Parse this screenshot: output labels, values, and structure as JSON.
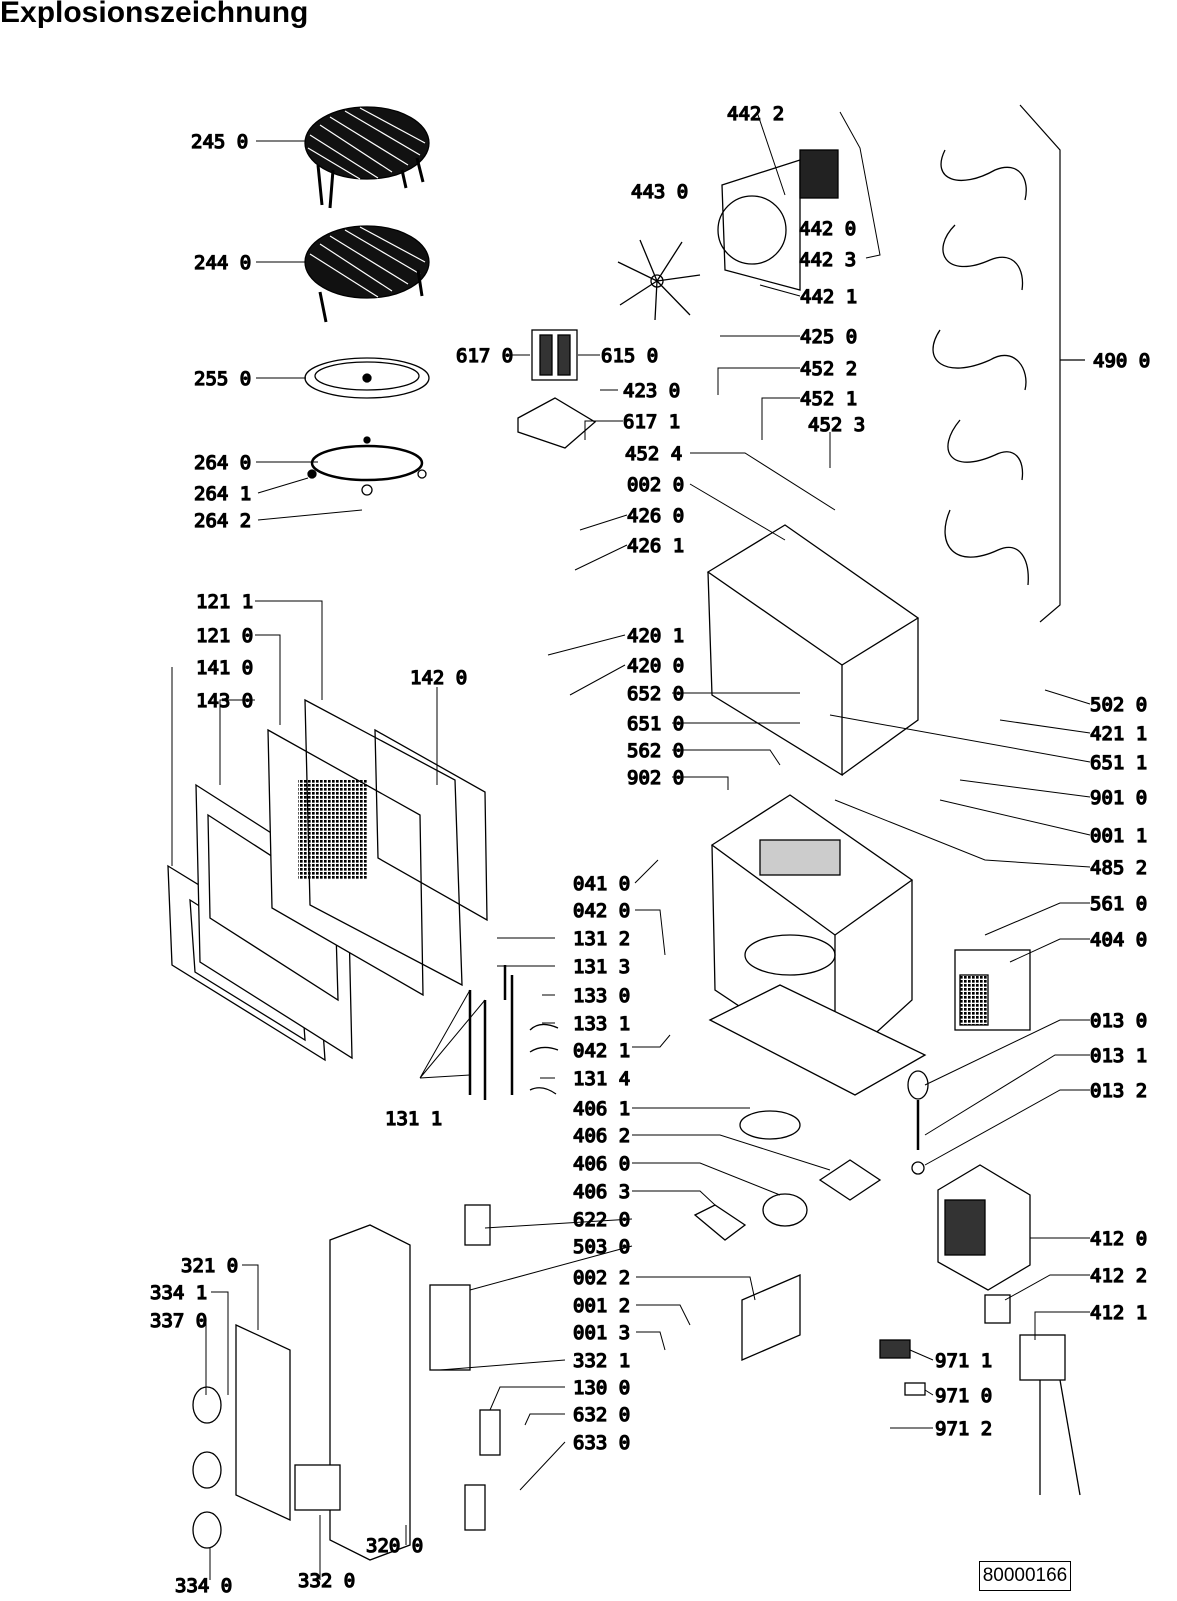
{
  "title": "Explosionszeichnung",
  "document_number": "80000166",
  "parts": [
    "245 0",
    "244 0",
    "255 0",
    "264 0",
    "264 1",
    "264 2",
    "121 1",
    "121 0",
    "141 0",
    "143 0",
    "142 0",
    "131 2",
    "131 3",
    "133 0",
    "133 1",
    "042 1",
    "131 4",
    "131 1",
    "442 2",
    "443 0",
    "442 0",
    "442 3",
    "442 1",
    "425 0",
    "617 0",
    "615 0",
    "423 0",
    "617 1",
    "452 2",
    "452 1",
    "452 3",
    "452 4",
    "002 0",
    "426 0",
    "426 1",
    "420 1",
    "420 0",
    "652 0",
    "651 0",
    "562 0",
    "902 0",
    "041 0",
    "042 0",
    "406 1",
    "406 2",
    "406 0",
    "406 3",
    "490 0",
    "502 0",
    "421 1",
    "651 1",
    "901 0",
    "001 1",
    "485 2",
    "561 0",
    "404 0",
    "013 0",
    "013 1",
    "013 2",
    "412 0",
    "412 2",
    "412 1",
    "971 1",
    "971 0",
    "971 2",
    "622 0",
    "503 0",
    "002 2",
    "001 2",
    "001 3",
    "332 1",
    "130 0",
    "632 0",
    "633 0",
    "321 0",
    "334 1",
    "337 0",
    "320 0",
    "332 0",
    "334 0"
  ]
}
